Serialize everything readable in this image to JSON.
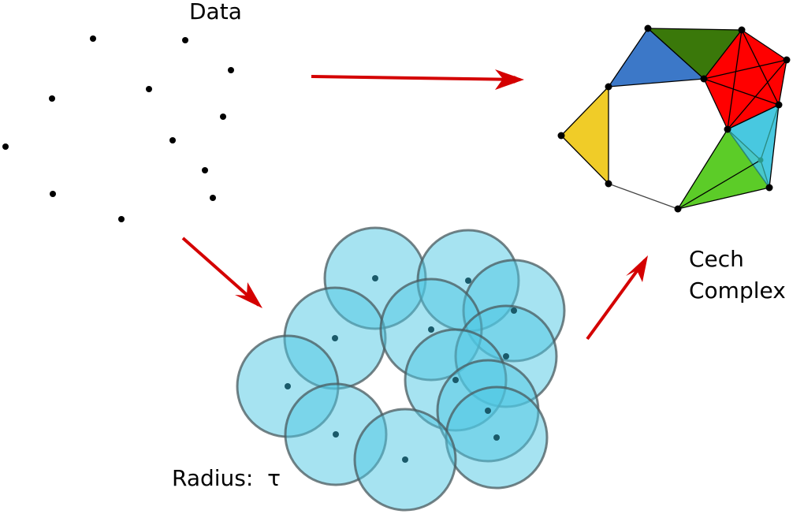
{
  "labels": {
    "data": "Data",
    "complex_line1": "Cech",
    "complex_line2": "Complex",
    "radius": "Radius:  τ"
  },
  "colors": {
    "arrow": "#d40000",
    "ball_fill": "#4ec8e4",
    "blue": "#3c78c8",
    "dark_green": "#3a780a",
    "red": "#ff0000",
    "yellow": "#f0cc28",
    "light_green": "#5ccc28",
    "cyan": "#48c8e0"
  }
}
